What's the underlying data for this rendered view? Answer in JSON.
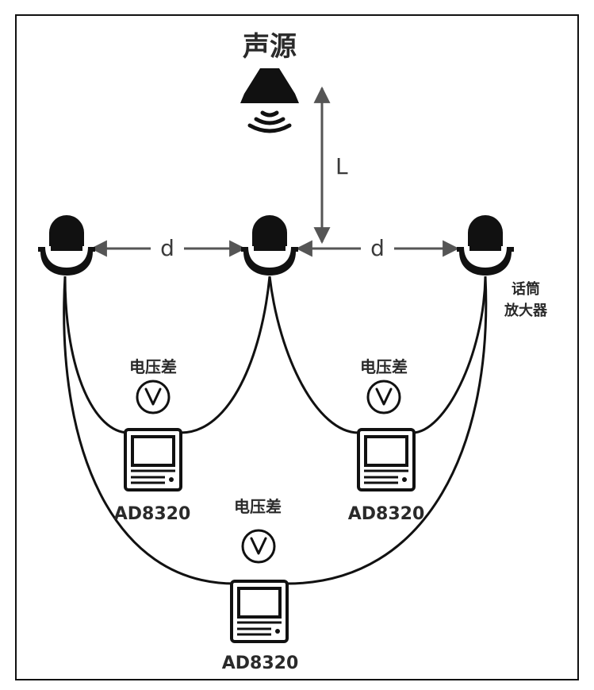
{
  "title": "声源",
  "distance_vertical": "L",
  "distance_horizontal": "d",
  "mic_label_line1": "话筒",
  "mic_label_line2": "放大器",
  "voltage_label": "电压差",
  "voltmeter_symbol": "V",
  "chip_label": "AD8320",
  "colors": {
    "line": "#111111",
    "arrow": "#555555",
    "text": "#2a2a2a",
    "frame": "#111111"
  },
  "icons": [
    "speaker-icon",
    "sound-wave-icon",
    "microphone-icon",
    "voltmeter-icon",
    "device-icon"
  ]
}
